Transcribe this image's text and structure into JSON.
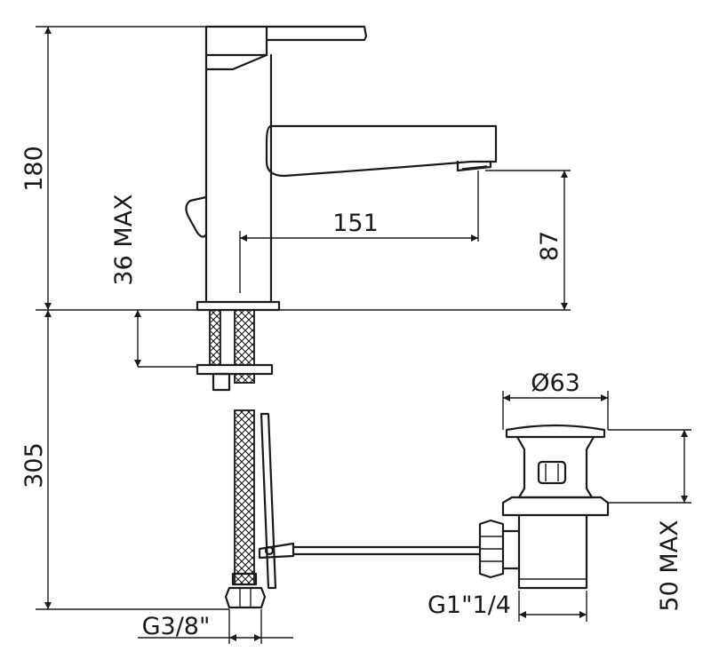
{
  "dimensions": {
    "total_height": "180",
    "spout_reach": "151",
    "spout_outlet_height": "87",
    "deck_thickness": "36 MAX",
    "hose_length": "305",
    "hose_thread": "G3/8\"",
    "waste_diameter": "Ø63",
    "waste_thread": "G1\"1/4",
    "waste_clamp": "50 MAX"
  }
}
